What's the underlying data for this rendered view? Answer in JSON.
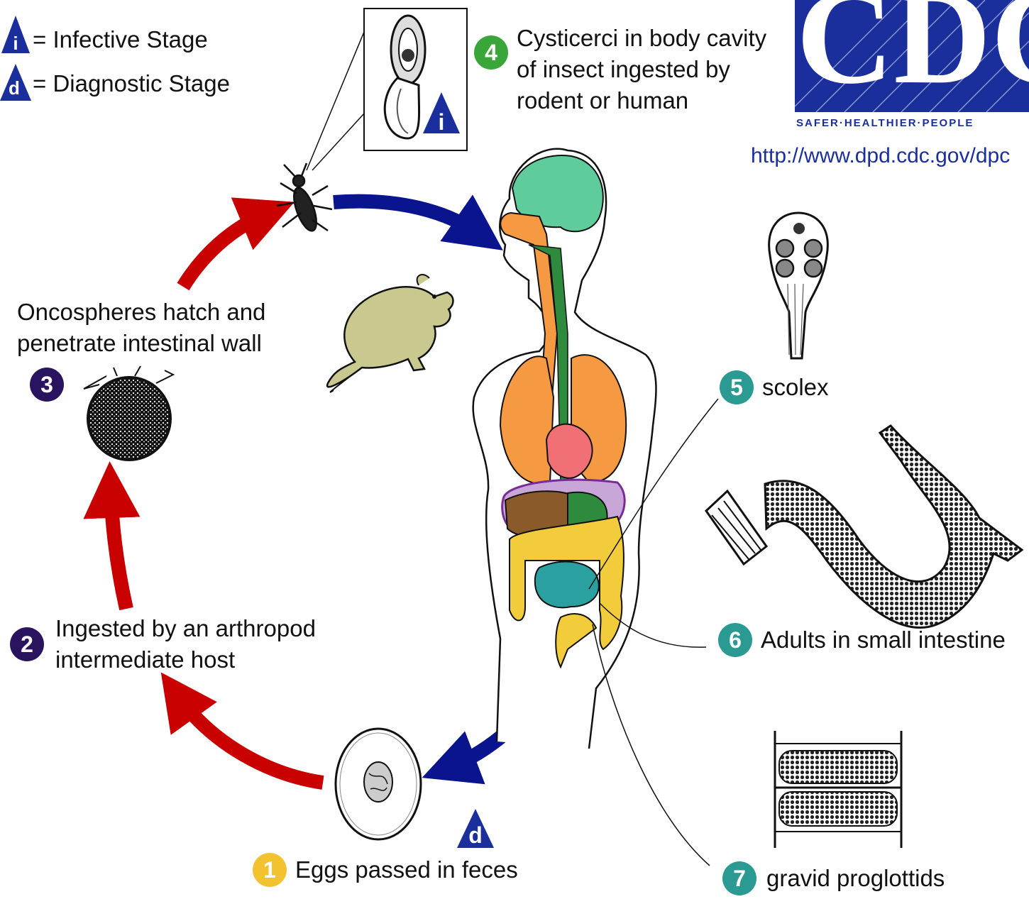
{
  "legend": {
    "infective": {
      "symbol": "i",
      "label": "= Infective Stage"
    },
    "diagnostic": {
      "symbol": "d",
      "label": "= Diagnostic Stage"
    }
  },
  "logo": {
    "text": "CDC",
    "tagline": "SAFER·HEALTHIER·PEOPLE",
    "url": "http://www.dpd.cdc.gov/dpc"
  },
  "stages": [
    {
      "number": "1",
      "label": "Eggs passed in feces"
    },
    {
      "number": "2",
      "label_lines": [
        "Ingested by an arthropod",
        "intermediate host"
      ]
    },
    {
      "number": "3",
      "label_lines": [
        "Oncospheres hatch and",
        "penetrate intestinal wall"
      ]
    },
    {
      "number": "4",
      "label_lines": [
        "Cysticerci in body cavity",
        "of insect ingested by",
        "rodent or human"
      ]
    },
    {
      "number": "5",
      "label": "scolex"
    },
    {
      "number": "6",
      "label": "Adults in small intestine"
    },
    {
      "number": "7",
      "label": "gravid proglottids"
    }
  ],
  "stage_markers": {
    "infective_symbol": "i",
    "diagnostic_symbol": "d"
  },
  "colors": {
    "host_arrow": "#c90000",
    "human_arrow": "#0a148f",
    "infective_triangle": "#1a2f9c",
    "badge_yellow": "#f2c230",
    "badge_purple": "#2a1460",
    "badge_green": "#3aa63a",
    "badge_teal": "#2a9a93"
  }
}
